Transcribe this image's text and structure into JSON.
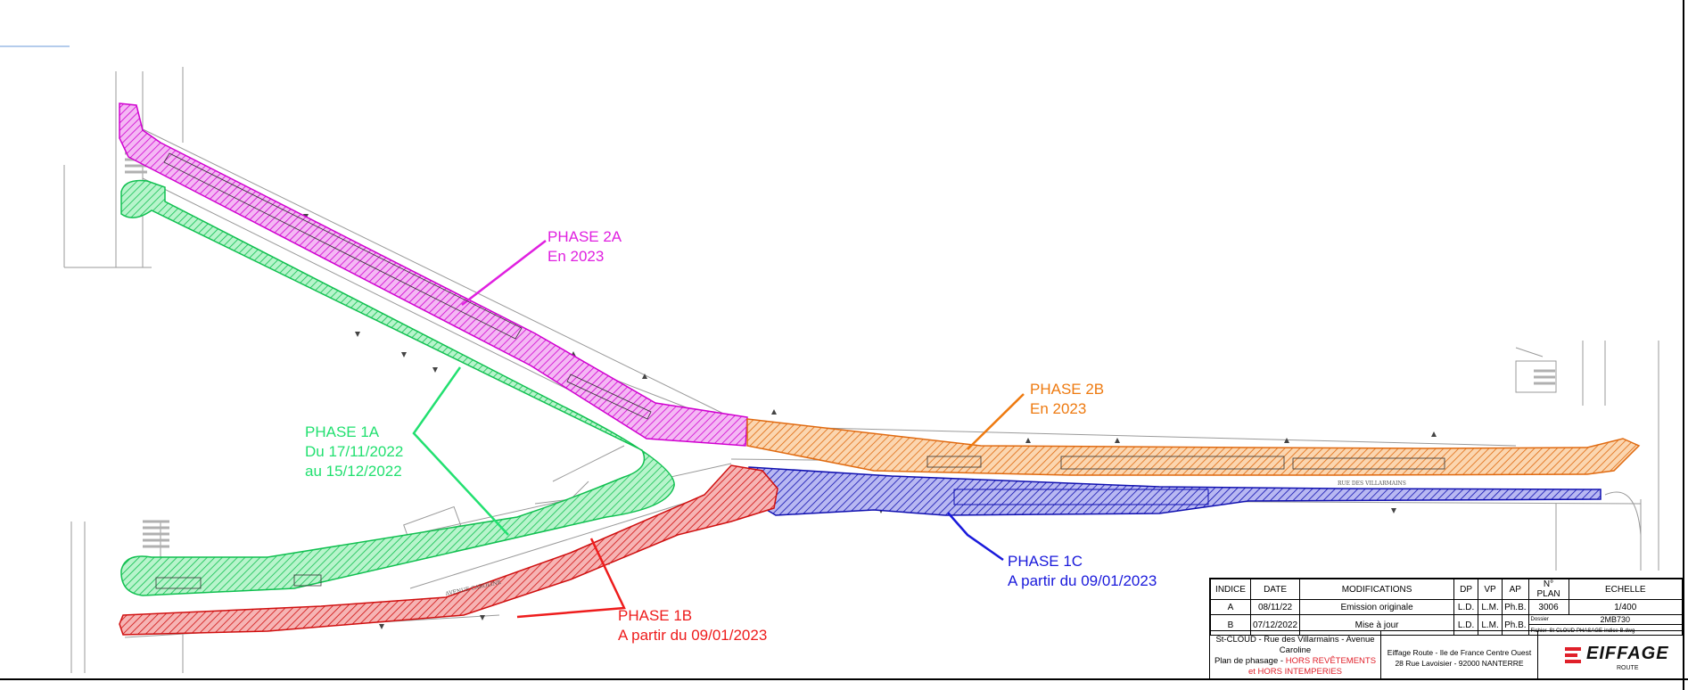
{
  "phases": {
    "p2a": {
      "title": "PHASE 2A",
      "date": "En 2023",
      "color": "#e020e0"
    },
    "p2b": {
      "title": "PHASE 2B",
      "date": "En 2023",
      "color": "#ee7a10"
    },
    "p1a": {
      "title": "PHASE 1A",
      "date1": "Du 17/11/2022",
      "date2": "au 15/12/2022",
      "color": "#22e070"
    },
    "p1b": {
      "title": "PHASE 1B",
      "date": "A partir du 09/01/2023",
      "color": "#ee1c1c"
    },
    "p1c": {
      "title": "PHASE 1C",
      "date": "A partir du 09/01/2023",
      "color": "#1a1adb"
    }
  },
  "titleblock": {
    "headers": [
      "INDICE",
      "DATE",
      "MODIFICATIONS",
      "DP",
      "VP",
      "AP",
      "N° PLAN",
      "ECHELLE"
    ],
    "rows": [
      {
        "indice": "A",
        "date": "08/11/22",
        "modif": "Emission originale",
        "dp": "L.D.",
        "vp": "L.M.",
        "ap": "Ph.B.",
        "plan": "3006",
        "echelle": "1/400"
      },
      {
        "indice": "B",
        "date": "07/12/2022",
        "modif": "Mise à jour",
        "dp": "L.D.",
        "vp": "L.M.",
        "ap": "Ph.B.",
        "dossier_label": "Dossier",
        "dossier": "2MB730",
        "fichier_label": "Fichier",
        "fichier": "St-CLOUD-PHASAGE-indice-B.dwg"
      }
    ],
    "desc_line1": "St-CLOUD - Rue des Villarmains - Avenue",
    "desc_line2": "Caroline",
    "desc_line3a": "Plan de phasage - ",
    "desc_line3b": "HORS REVÊTEMENTS",
    "desc_line4": "et HORS INTEMPERIES",
    "company_line1": "Eiffage Route - Ile de France Centre Ouest",
    "company_line2": "28 Rue Lavoisier - 92000 NANTERRE",
    "logo_text": "EIFFAGE",
    "logo_sub": "ROUTE"
  },
  "street_names": {
    "villarmains": "RUE DES VILLARMAINS",
    "caroline": "AVENUE CAROLINE"
  }
}
